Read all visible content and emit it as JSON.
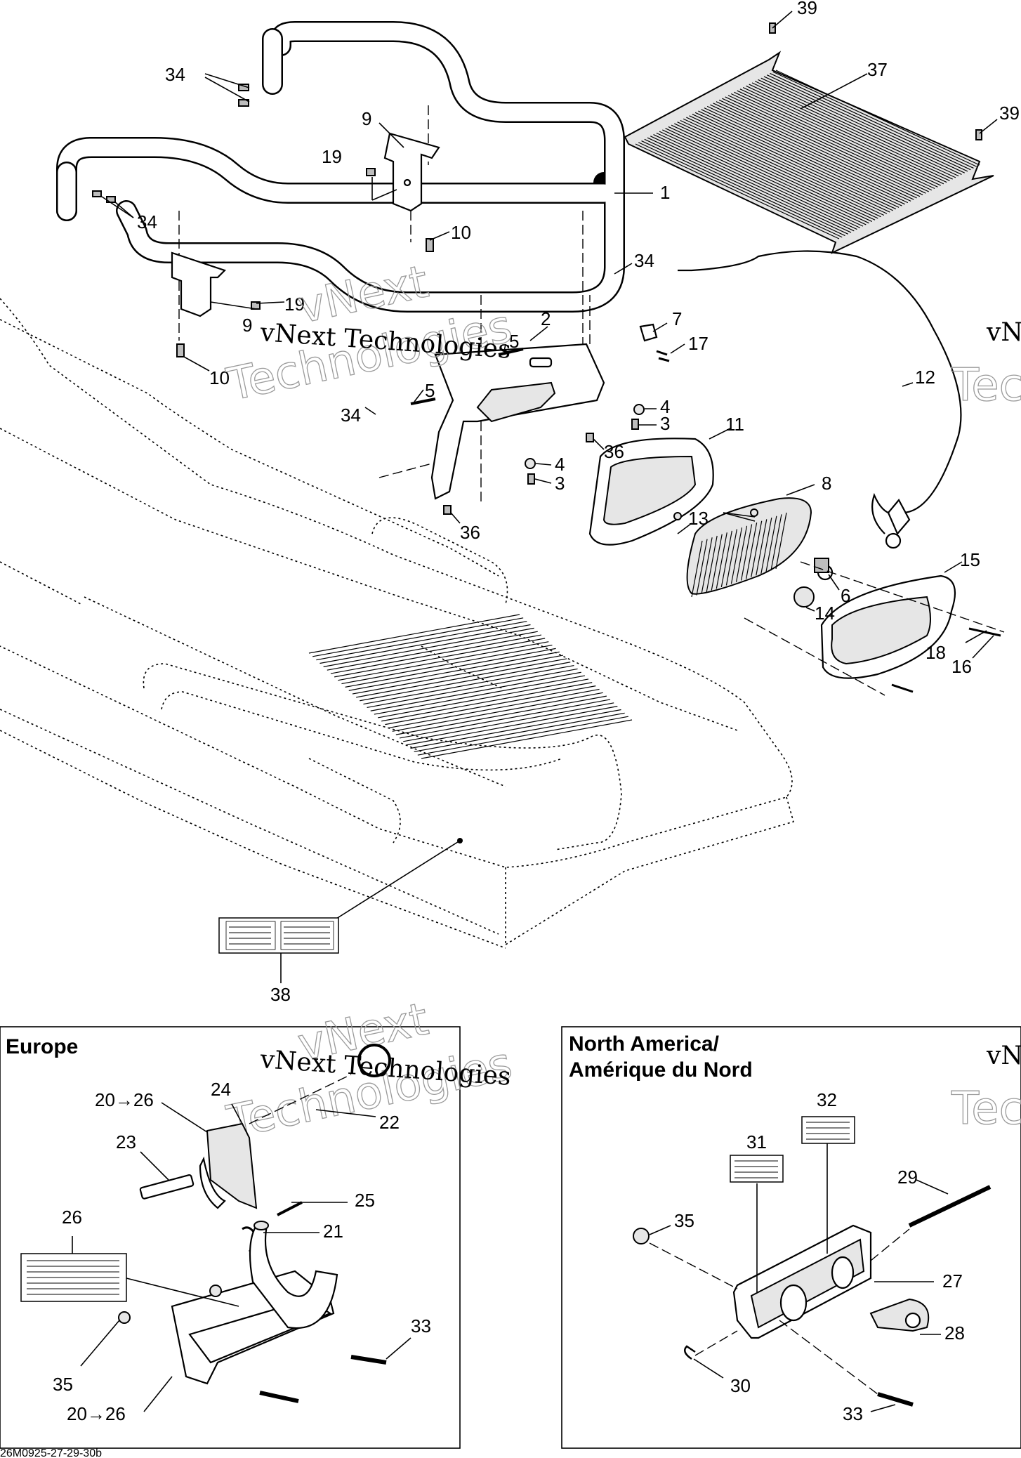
{
  "callouts": {
    "c1": "1",
    "c2": "2",
    "c3a": "3",
    "c3b": "3",
    "c4a": "4",
    "c4b": "4",
    "c5a": "5",
    "c5b": "5",
    "c6": "6",
    "c7": "7",
    "c8": "8",
    "c9a": "9",
    "c9b": "9",
    "c10a": "10",
    "c10b": "10",
    "c11": "11",
    "c12": "12",
    "c13": "13",
    "c14": "14",
    "c15": "15",
    "c16": "16",
    "c17": "17",
    "c18": "18",
    "c19a": "19",
    "c19b": "19",
    "c34a": "34",
    "c34b": "34",
    "c34c": "34",
    "c34d": "34",
    "c36a": "36",
    "c36b": "36",
    "c37": "37",
    "c38": "38",
    "c39a": "39",
    "c39b": "39"
  },
  "europe": {
    "title": "Europe",
    "callouts": {
      "c2026a": "20→26",
      "c2026b": "20→26",
      "c21": "21",
      "c22": "22",
      "c23": "23",
      "c24": "24",
      "c25": "25",
      "c26": "26",
      "c33": "33",
      "c35": "35"
    }
  },
  "north_america": {
    "title_line1": "North America/",
    "title_line2": "Amérique du Nord",
    "callouts": {
      "c27": "27",
      "c28": "28",
      "c29": "29",
      "c30": "30",
      "c31": "31",
      "c32": "32",
      "c33": "33",
      "c35": "35"
    }
  },
  "watermarks": {
    "brand_outline": "vNext",
    "tech_outline": "Technologies",
    "company": "vNext Technologies",
    "company_partial": "vNe",
    "tech_partial": "Tec"
  },
  "footer": {
    "drawing_ref": "26M0925-27-29-30b"
  }
}
